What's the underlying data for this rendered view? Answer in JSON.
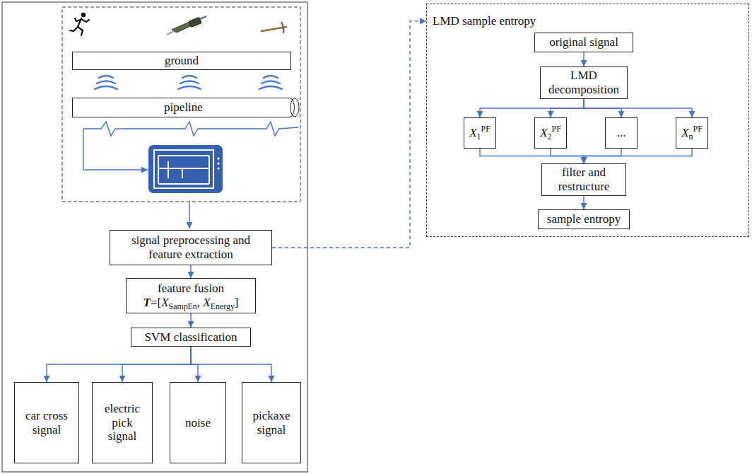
{
  "diagram": {
    "nodes": [
      {
        "text": [
          "ground"
        ]
      },
      {
        "text": [
          "pipeline"
        ]
      },
      {
        "text": [
          "signal preprocessing and feature extraction"
        ]
      },
      {
        "text": [
          "feature fusion",
          "T=[XSampEn, XEnergy]"
        ]
      },
      {
        "text": [
          "SVM classification"
        ]
      },
      {
        "text": [
          "car cross signal"
        ]
      },
      {
        "text": [
          "electric pick signal"
        ]
      },
      {
        "text": [
          "noise"
        ]
      },
      {
        "text": [
          "pickaxe signal"
        ]
      },
      {
        "text": [
          "LMD sample entropy"
        ]
      },
      {
        "text": [
          "original signal"
        ],
        "in": 9
      },
      {
        "text": [
          "LMD decomposition"
        ],
        "in": 9
      },
      {
        "text": [
          "X1PF"
        ],
        "in": 9
      },
      {
        "text": [
          "X2PF"
        ],
        "in": 9
      },
      {
        "text": [
          "..."
        ],
        "in": 9
      },
      {
        "text": [
          "XnPF"
        ],
        "in": 9
      },
      {
        "text": [
          "filter and restructure"
        ],
        "in": 9
      },
      {
        "text": [
          "sample entropy"
        ],
        "in": 9
      }
    ],
    "edges": [
      {
        "from": 2,
        "to": 3,
        "arrow": "to"
      },
      {
        "from": 3,
        "to": 4,
        "arrow": "to"
      },
      {
        "from": 4,
        "to": 5,
        "arrow": "to"
      },
      {
        "from": 4,
        "to": 6,
        "arrow": "to"
      },
      {
        "from": 4,
        "to": 7,
        "arrow": "to"
      },
      {
        "from": 4,
        "to": 8,
        "arrow": "to"
      },
      {
        "from": 2,
        "to": 9,
        "arrow": "to"
      },
      {
        "from": 10,
        "to": 11,
        "arrow": "to"
      },
      {
        "from": 11,
        "to": 12,
        "arrow": "to"
      },
      {
        "from": 11,
        "to": 13,
        "arrow": "to"
      },
      {
        "from": 11,
        "to": 14,
        "arrow": "to"
      },
      {
        "from": 11,
        "to": 15,
        "arrow": "to"
      },
      {
        "from": 12,
        "to": 16,
        "arrow": "to"
      },
      {
        "from": 13,
        "to": 16,
        "arrow": "to"
      },
      {
        "from": 14,
        "to": 16,
        "arrow": "to"
      },
      {
        "from": 15,
        "to": 16,
        "arrow": "to"
      },
      {
        "from": 16,
        "to": 17,
        "arrow": "to"
      }
    ]
  }
}
